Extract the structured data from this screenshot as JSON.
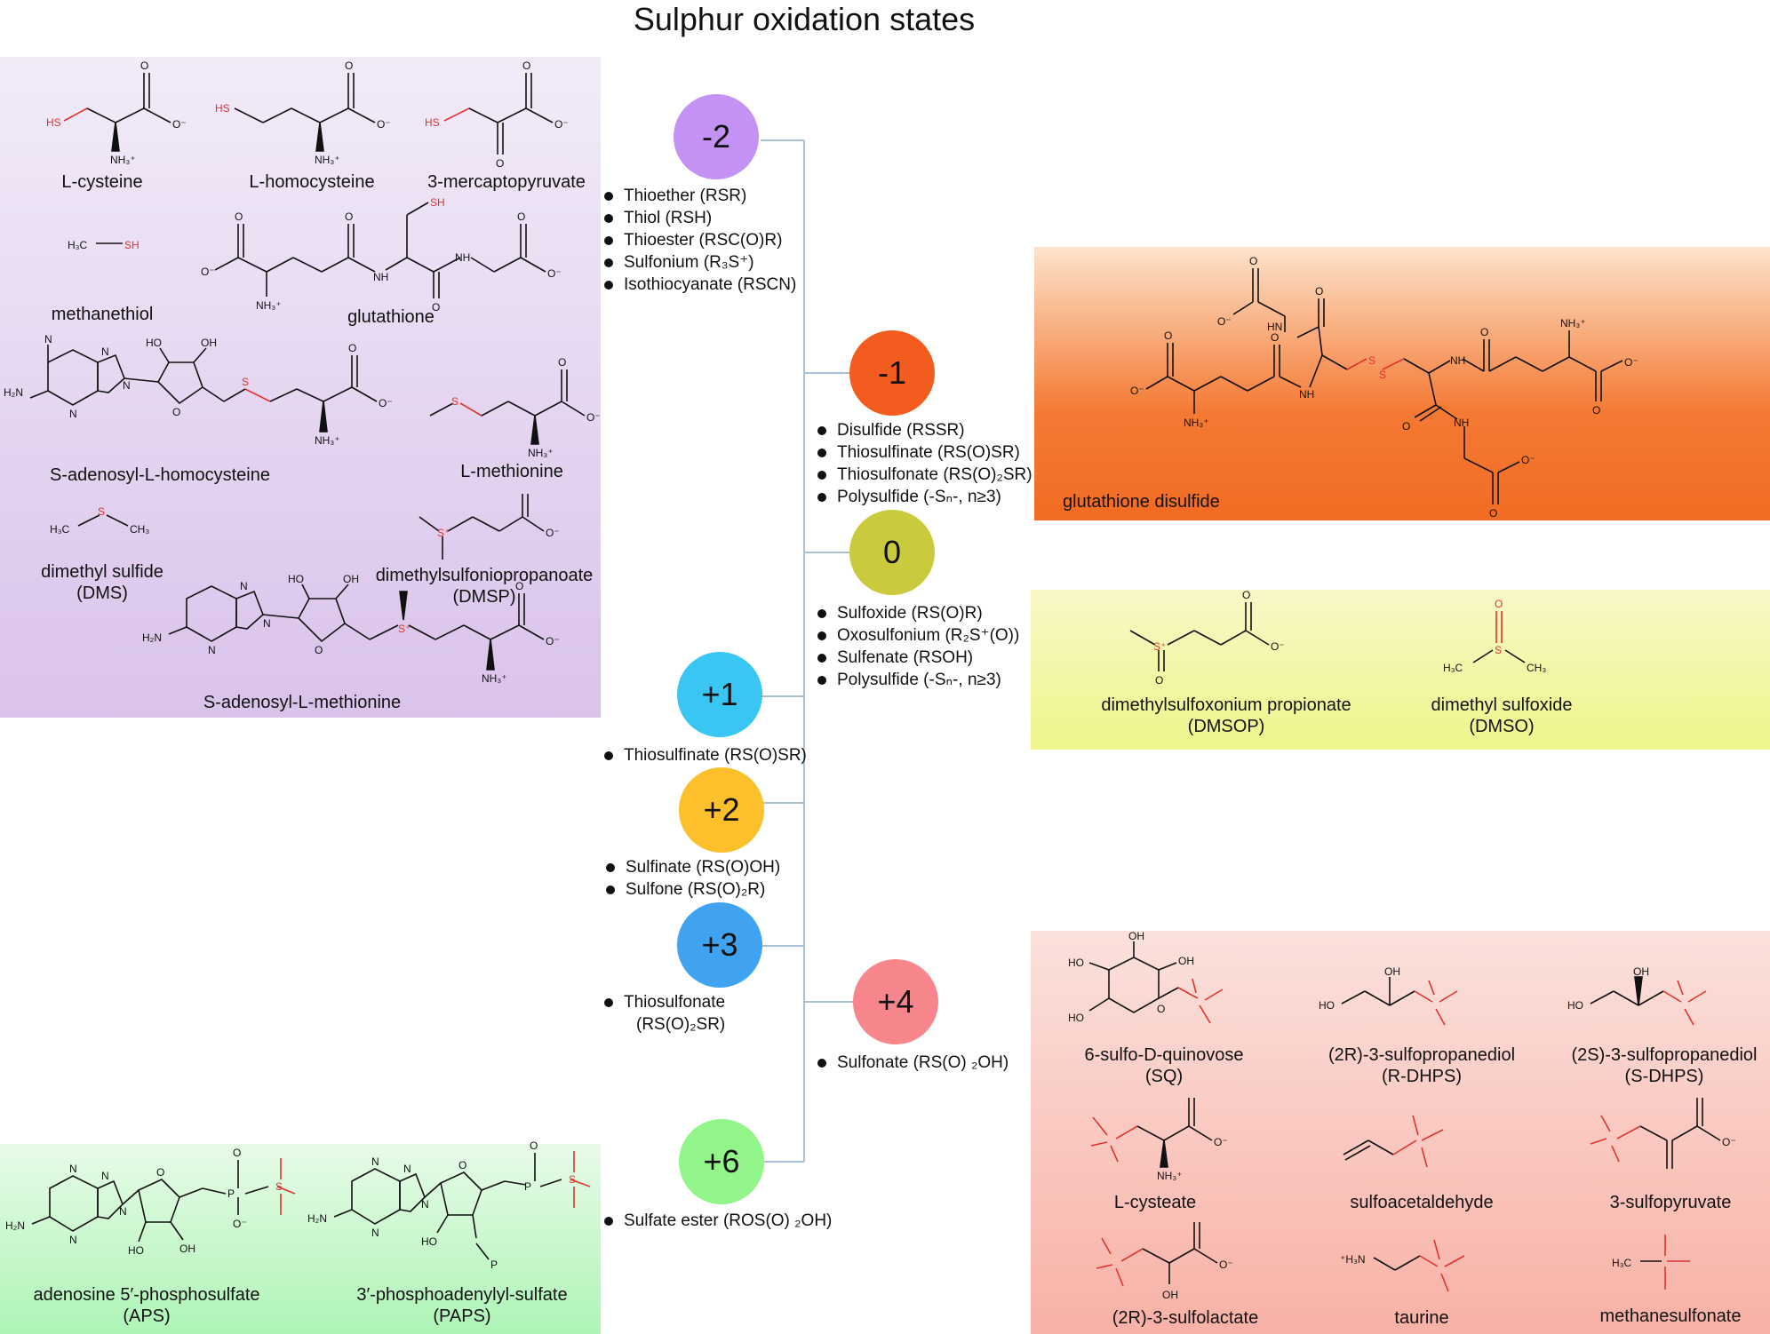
{
  "title": "Sulphur oxidation states",
  "colors": {
    "minus2": "#c492f4",
    "minus1": "#f25c1e",
    "zero": "#c9cb3c",
    "plus1": "#39c6f3",
    "plus2": "#fbc02c",
    "plus3": "#3fa3f2",
    "plus4": "#f7858c",
    "plus6": "#92f58a",
    "connector": "#aac0d4",
    "sulfur_atom": "#e0332f"
  },
  "states": {
    "minus2": {
      "label": "-2",
      "groups": [
        "Thioether (RSR)",
        "Thiol (RSH)",
        "Thioester (RSC(O)R)",
        "Sulfonium (R₃S⁺)",
        "Isothiocyanate (RSCN)"
      ]
    },
    "minus1": {
      "label": "-1",
      "groups": [
        "Disulfide (RSSR)",
        "Thiosulfinate (RS(O)SR)",
        "Thiosulfonate (RS(O)₂SR)",
        "Polysulfide (-Sₙ-, n≥3)"
      ]
    },
    "zero": {
      "label": "0",
      "groups": [
        "Sulfoxide (RS(O)R)",
        "Oxosulfonium (R₂S⁺(O))",
        "Sulfenate (RSOH)",
        "Polysulfide (-Sₙ-, n≥3)"
      ]
    },
    "plus1": {
      "label": "+1",
      "groups": [
        "Thiosulfinate (RS(O)SR)"
      ]
    },
    "plus2": {
      "label": "+2",
      "groups": [
        "Sulfinate (RS(O)OH)",
        "Sulfone (RS(O)₂R)"
      ]
    },
    "plus3": {
      "label": "+3",
      "groups": [
        "Thiosulfonate",
        "(RS(O)₂SR)"
      ]
    },
    "plus4": {
      "label": "+4",
      "groups": [
        "Sulfonate (RS(O) ₂OH)"
      ]
    },
    "plus6": {
      "label": "+6",
      "groups": [
        "Sulfate ester (ROS(O) ₂OH)"
      ]
    }
  },
  "compounds": {
    "l_cysteine": "L-cysteine",
    "l_homocysteine": "L-homocysteine",
    "mercaptopyruvate": "3-mercaptopyruvate",
    "methanethiol": "methanethiol",
    "glutathione": "glutathione",
    "sah": "S-adenosyl-L-homocysteine",
    "l_methionine": "L-methionine",
    "dms": [
      "dimethyl sulfide",
      "(DMS)"
    ],
    "dmsp": [
      "dimethylsulfoniopropanoate",
      "(DMSP)"
    ],
    "sam": "S-adenosyl-L-methionine",
    "gssg": "glutathione disulfide",
    "dmsop": [
      "dimethylsulfoxonium propionate",
      "(DMSOP)"
    ],
    "dmso": [
      "dimethyl sulfoxide",
      "(DMSO)"
    ],
    "aps": [
      "adenosine 5′-phosphosulfate",
      "(APS)"
    ],
    "paps": [
      "3′-phosphoadenylyl-sulfate",
      "(PAPS)"
    ],
    "sq": [
      "6-sulfo-D-quinovose",
      "(SQ)"
    ],
    "r_dhps": [
      "(2R)-3-sulfopropanediol",
      "(R-DHPS)"
    ],
    "s_dhps": [
      "(2S)-3-sulfopropanediol",
      "(S-DHPS)"
    ],
    "l_cysteate": "L-cysteate",
    "sulfoacetaldehyde": "sulfoacetaldehyde",
    "sulfopyruvate": "3-sulfopyruvate",
    "sulfolactate": "(2R)-3-sulfolactate",
    "taurine": "taurine",
    "methanesulfonate": "methanesulfonate"
  },
  "atoms": {
    "hs": "HS",
    "sh": "SH",
    "s": "S",
    "s_plus": "S⁺",
    "o": "O",
    "o_minus": "O⁻",
    "oh": "OH",
    "ho": "HO",
    "nh3": "NH₃⁺",
    "h3n": "⁺H₃N",
    "nh": "NH",
    "hn": "HN",
    "n": "N",
    "h2n": "H₂N",
    "h3c": "H₃C",
    "ch3": "CH₃",
    "p": "P"
  }
}
